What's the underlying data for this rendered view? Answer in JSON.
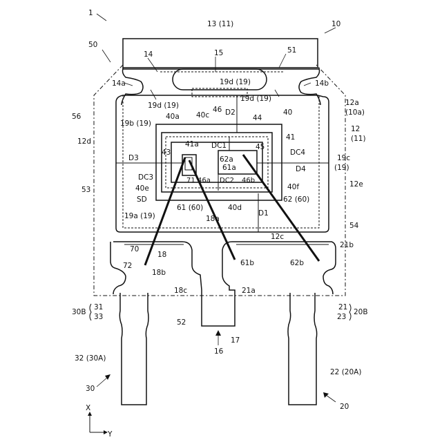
{
  "figure": {
    "refs": {
      "r1": "1",
      "r10": "10",
      "r13": "13 (11)",
      "r15": "15",
      "r50": "50",
      "r51": "51",
      "r14": "14",
      "r14a": "14a",
      "r14b": "14b",
      "r19d_left": "19d (19)",
      "r19d_top": "19d (19)",
      "r19d_right": "19d (19)",
      "r12a": "12a",
      "r10a": "(10a)",
      "r56": "56",
      "r19b": "19b (19)",
      "r40a": "40a",
      "r40c": "40c",
      "r46": "46",
      "rD2": "D2",
      "r44": "44",
      "r40": "40",
      "r12": "12",
      "r11": "(11)",
      "r12d": "12d",
      "r41a": "41a",
      "rDC1": "DC1",
      "r41": "41",
      "r45": "45",
      "rDC4": "DC4",
      "r19c": "19c",
      "r19": "(19)",
      "r43": "43",
      "r62a": "62a",
      "r61a": "61a",
      "rD3": "D3",
      "rD4": "D4",
      "r53": "53",
      "rDC3": "DC3",
      "r71": "71",
      "r46a": "46a",
      "rDC2": "DC2",
      "r46b": "46b",
      "r12e": "12e",
      "r40e": "40e",
      "r40f": "40f",
      "rSD": "SD",
      "r61_60": "61 (60)",
      "r40d": "40d",
      "r62_60": "62 (60)",
      "r19a": "19a (19)",
      "r18a": "18a",
      "rD1": "D1",
      "r54": "54",
      "r12c": "12c",
      "r70": "70",
      "r21b": "21b",
      "r18": "18",
      "r72": "72",
      "r61b": "61b",
      "r62b": "62b",
      "r18b": "18b",
      "r18c": "18c",
      "r21a": "21a",
      "r30B": "30B",
      "r31": "31",
      "r33": "33",
      "r21": "21",
      "r23": "23",
      "r20B": "20B",
      "r52": "52",
      "r17": "17",
      "r16": "16",
      "r32": "32 (30A)",
      "r22": "22 (20A)",
      "r30": "30",
      "r20": "20",
      "axisX": "X",
      "axisY": "Y"
    }
  }
}
